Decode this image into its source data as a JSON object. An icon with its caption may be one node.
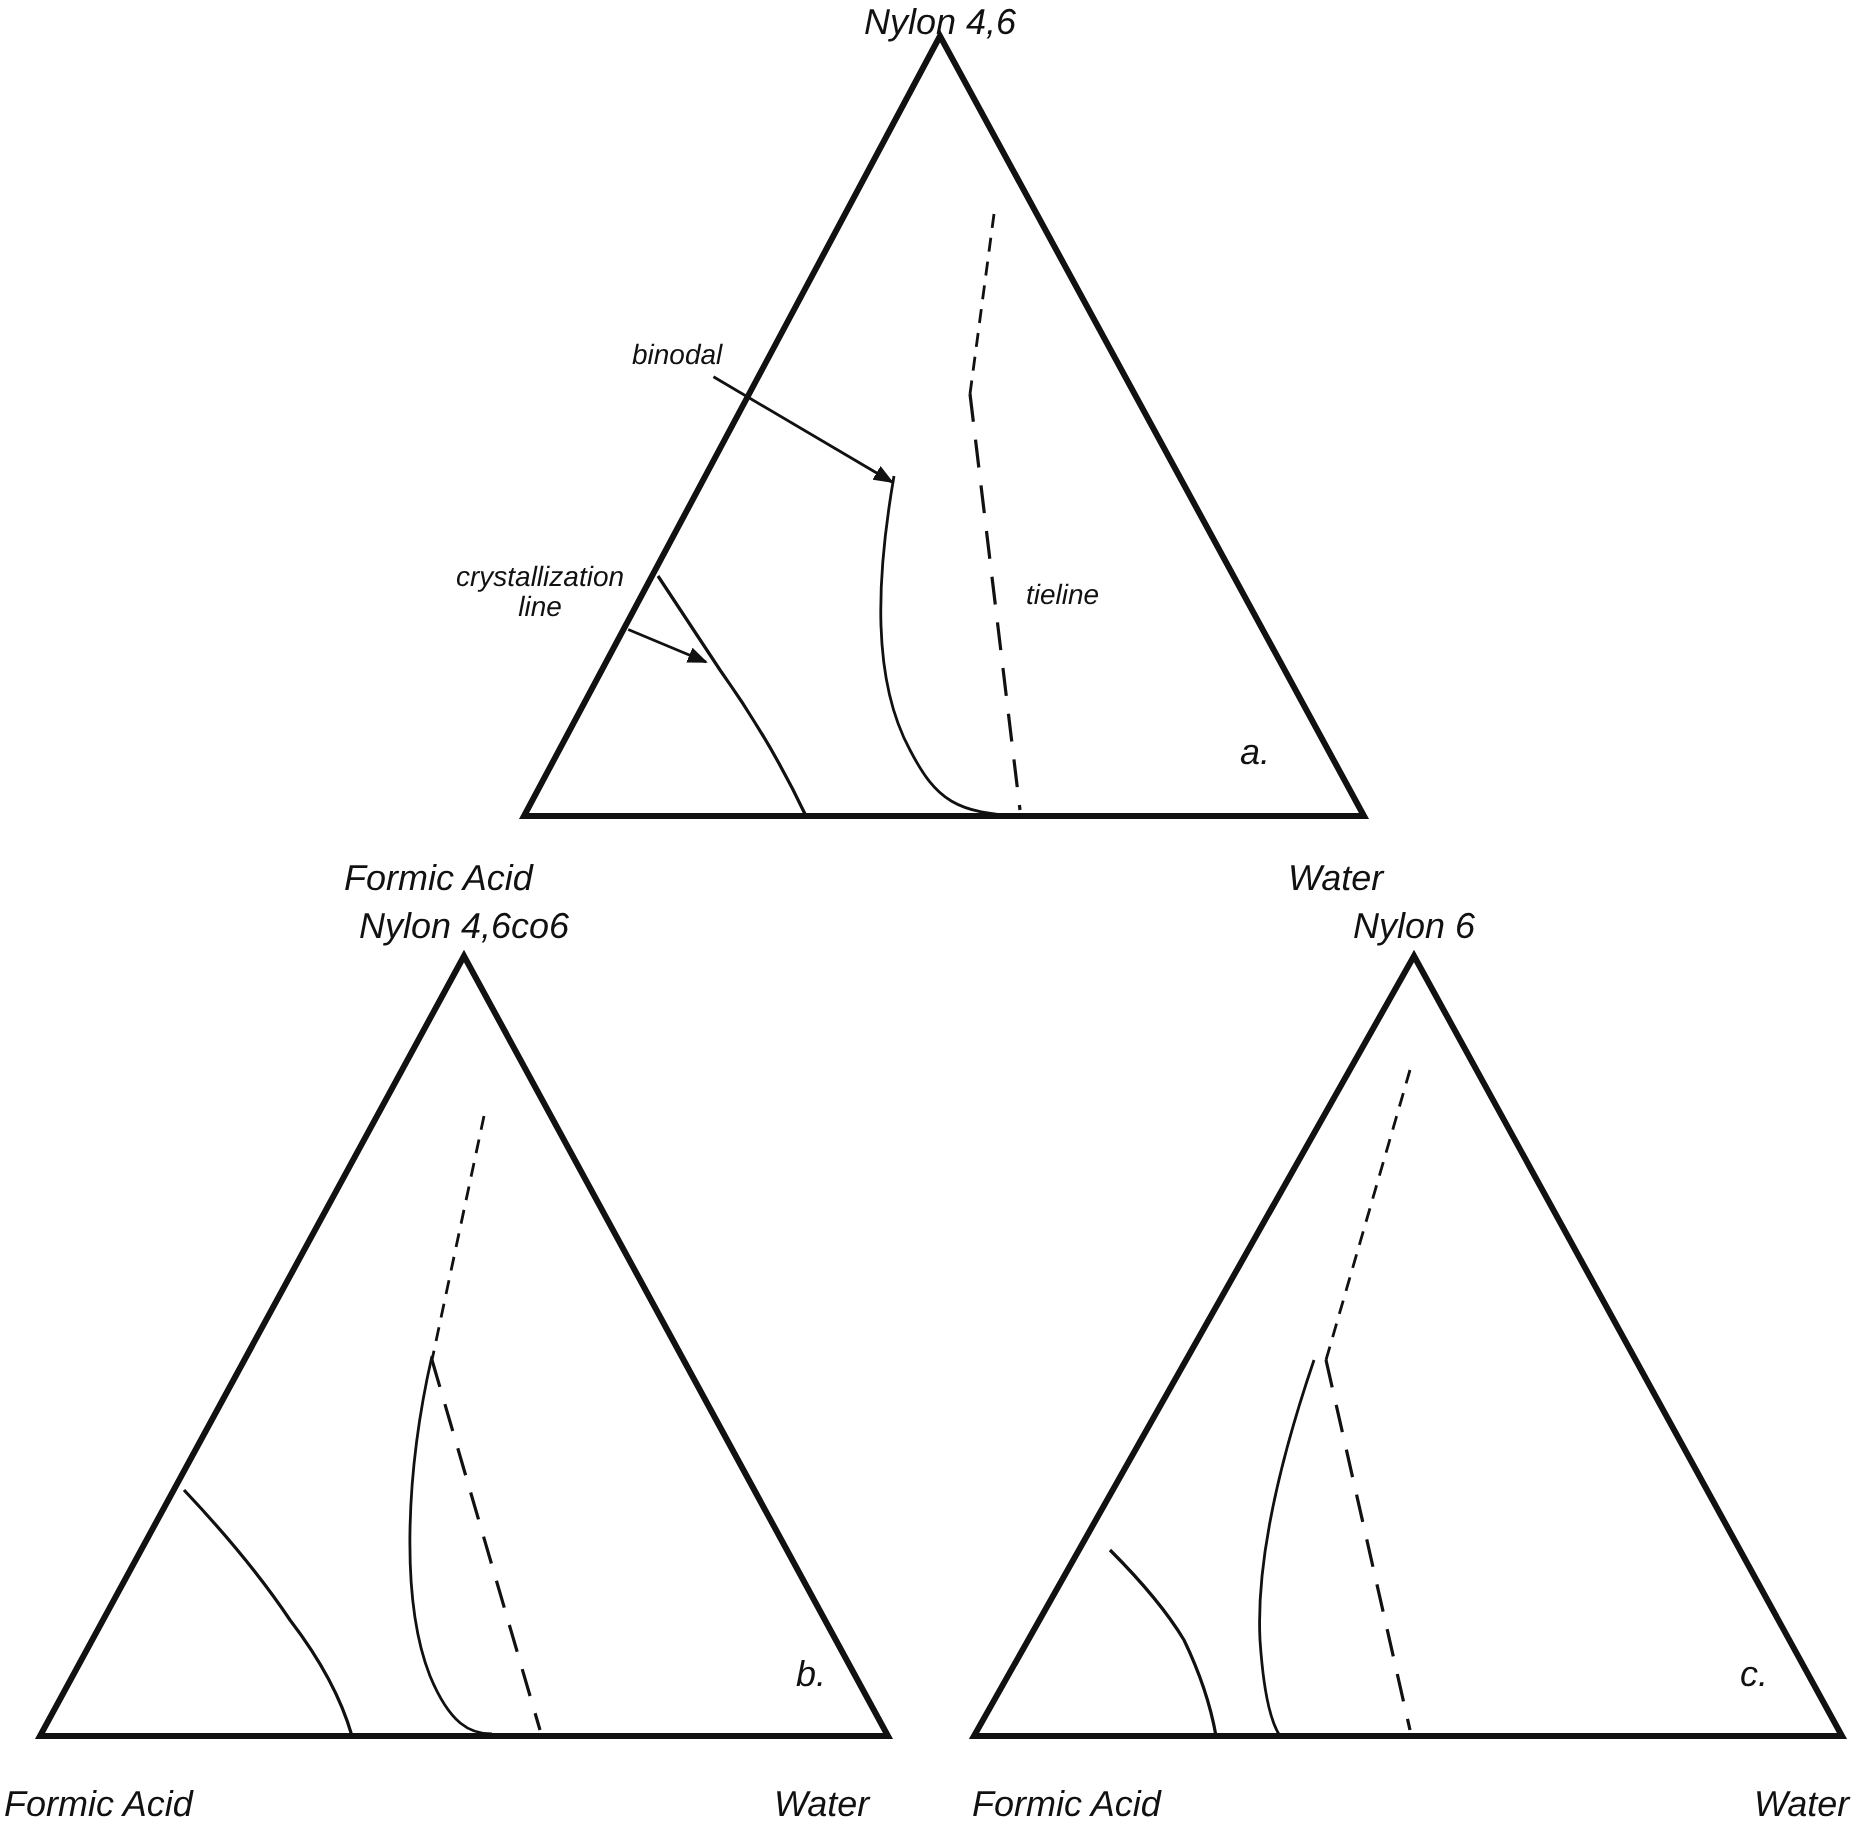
{
  "diagram": {
    "nodes": [
      {
        "text": [
          "binodal"
        ]
      },
      {
        "text": [
          "crystallization line"
        ]
      }
    ],
    "edges": [
      {
        "from": 0,
        "to": null,
        "arrow": "to"
      },
      {
        "from": 1,
        "to": null,
        "arrow": "to"
      }
    ],
    "labels": [
      "Nylon 4,6",
      "tieline",
      "a.",
      "Formic Acid",
      "Water",
      "Nylon 4,6co6",
      "Nylon 6",
      "b.",
      "c.",
      "Formic Acid",
      "Water",
      "Formic Acid",
      "Water"
    ]
  }
}
